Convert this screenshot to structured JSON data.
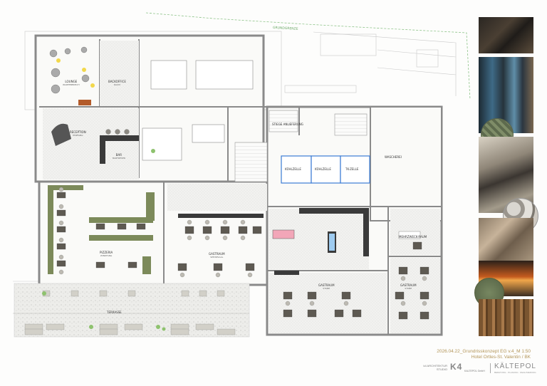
{
  "north_boundary": "GRUNDGRENZE",
  "title_block": {
    "line1": "2026.04.22_Grundrisskonzept EG v.4_M 1:50",
    "line2": "Hotel Ortles-St. Valentin / BK"
  },
  "logos": {
    "left_name": "k4 ARCHITEKTUR",
    "left_sub": "STUDIO",
    "left_mark": "K4",
    "left_tag": "KALTEPOL GmbH",
    "right_name": "KÄLTEPOL",
    "right_sub": "BERATUNG · PLANUNG · REALISIERUNG"
  },
  "rooms": [
    {
      "name": "LOUNGE",
      "sub": "WARTEBEREICH"
    },
    {
      "name": "BACKOFFICE",
      "sub": "RAUM"
    },
    {
      "name": "RECEPTION",
      "sub": "EMPFANG"
    },
    {
      "name": "BAR",
      "sub": "BARTRESEN"
    },
    {
      "name": "STIEGE ANLIEFERUNG",
      "sub": ""
    },
    {
      "name": "KÜHLZELLE",
      "sub": ""
    },
    {
      "name": "KÜHLZELLE",
      "sub": ""
    },
    {
      "name": "TK-ZELLE",
      "sub": ""
    },
    {
      "name": "WASCHEREI",
      "sub": ""
    },
    {
      "name": "PIZZERIA",
      "sub": "WINDFANG"
    },
    {
      "name": "GASTRAUM",
      "sub": "SPEISESAAL"
    },
    {
      "name": "MEHRZWECK-RAUM",
      "sub": ""
    },
    {
      "name": "GASTRAUM",
      "sub": "STUBE"
    },
    {
      "name": "GASTRAUM",
      "sub": "STUBE"
    },
    {
      "name": "TERRASSE",
      "sub": ""
    }
  ],
  "swatch_colors": {
    "accent_gold": "#b3965a",
    "cold_room_blue": "#3b7bd4",
    "bench_green": "#7c8a5a",
    "wall_gray": "#8a8a8a"
  }
}
